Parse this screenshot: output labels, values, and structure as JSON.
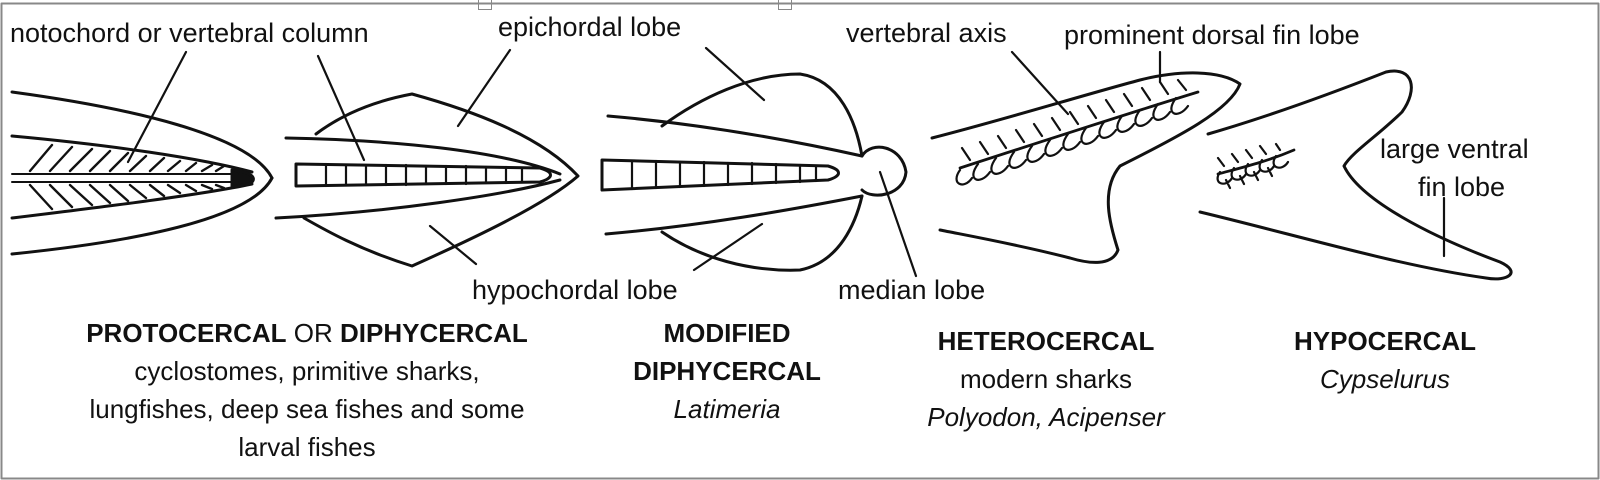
{
  "labels": {
    "notochord": "notochord or vertebral column",
    "epichordal": "epichordal lobe",
    "hypochordal": "hypochordal lobe",
    "median": "median lobe",
    "vertebral_axis": "vertebral axis",
    "dorsal_lobe": "prominent dorsal fin lobe",
    "ventral_lobe_line1": "large ventral",
    "ventral_lobe_line2": "fin lobe"
  },
  "captions": {
    "protocercal": {
      "title_a": "PROTOCERCAL",
      "title_or": "OR",
      "title_b": "DIPHYCERCAL",
      "line1": "cyclostomes, primitive sharks,",
      "line2": "lungfishes, deep sea fishes and some",
      "line3": "larval fishes"
    },
    "modified": {
      "title1": "MODIFIED",
      "title2": "DIPHYCERCAL",
      "example": "Latimeria"
    },
    "heterocercal": {
      "title": "HETEROCERCAL",
      "line1": "modern sharks",
      "example": "Polyodon, Acipenser"
    },
    "hypocercal": {
      "title": "HYPOCERCAL",
      "example": "Cypselurus"
    }
  },
  "colors": {
    "ink": "#111111",
    "border": "#888888",
    "background": "#ffffff"
  }
}
